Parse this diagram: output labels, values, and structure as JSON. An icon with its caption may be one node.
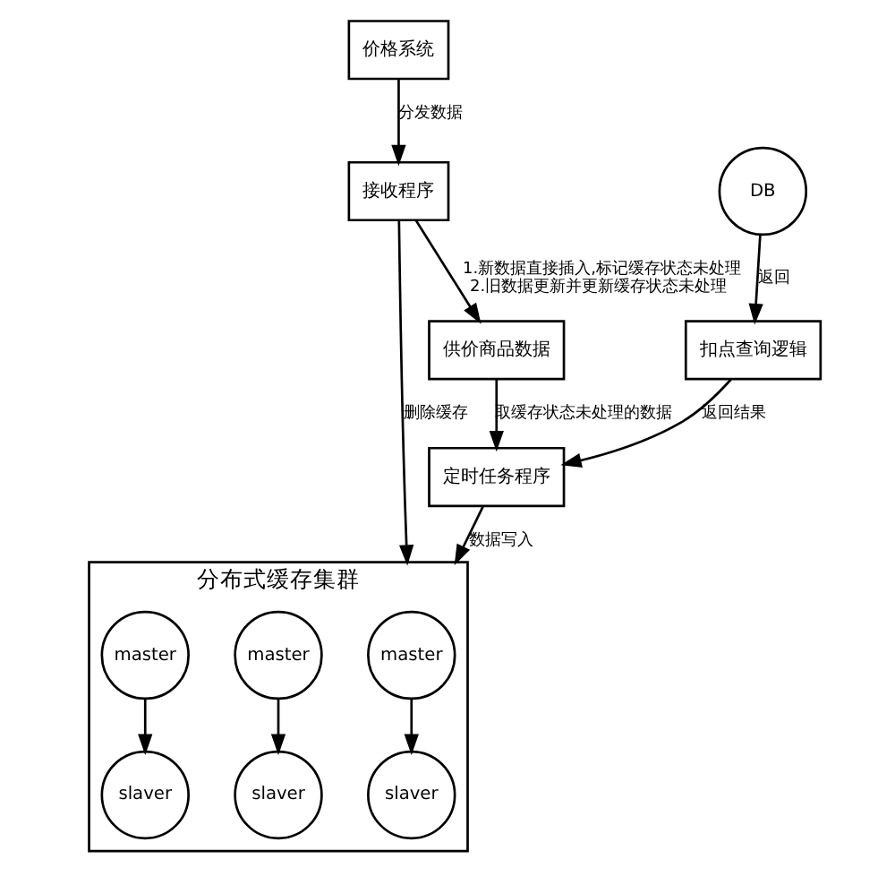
{
  "diagram": {
    "nodes": [
      {
        "text": [
          "价格系统"
        ]
      },
      {
        "text": [
          "接收程序"
        ]
      },
      {
        "text": [
          "供价商品数据"
        ]
      },
      {
        "text": [
          "定时任务程序"
        ]
      },
      {
        "text": [
          "扣点查询逻辑"
        ]
      },
      {
        "text": [
          "DB"
        ]
      },
      {
        "text": [
          "分布式缓存集群"
        ]
      },
      {
        "text": [
          "master"
        ],
        "in": 6
      },
      {
        "text": [
          "master"
        ],
        "in": 6
      },
      {
        "text": [
          "master"
        ],
        "in": 6
      },
      {
        "text": [
          "slaver"
        ],
        "in": 6
      },
      {
        "text": [
          "slaver"
        ],
        "in": 6
      },
      {
        "text": [
          "slaver"
        ],
        "in": 6
      }
    ],
    "edges": [
      {
        "from": 0,
        "to": 1,
        "arrow": "to",
        "label": "分发数据"
      },
      {
        "from": 1,
        "to": 2,
        "arrow": "to",
        "label": "1.新数据直接插入,标记缓存状态未处理 2.旧数据更新并更新缓存状态未处理"
      },
      {
        "from": 1,
        "to": 6,
        "arrow": "to",
        "label": "删除缓存"
      },
      {
        "from": 2,
        "to": 3,
        "arrow": "to",
        "label": "取缓存状态未处理的数据"
      },
      {
        "from": 3,
        "to": 6,
        "arrow": "to",
        "label": "数据写入"
      },
      {
        "from": 4,
        "to": 3,
        "arrow": "to",
        "label": "返回结果"
      },
      {
        "from": 5,
        "to": 4,
        "arrow": "to",
        "label": "返回"
      },
      {
        "from": 7,
        "to": 10,
        "arrow": "to"
      },
      {
        "from": 8,
        "to": 11,
        "arrow": "to"
      },
      {
        "from": 9,
        "to": 12,
        "arrow": "to"
      }
    ]
  }
}
